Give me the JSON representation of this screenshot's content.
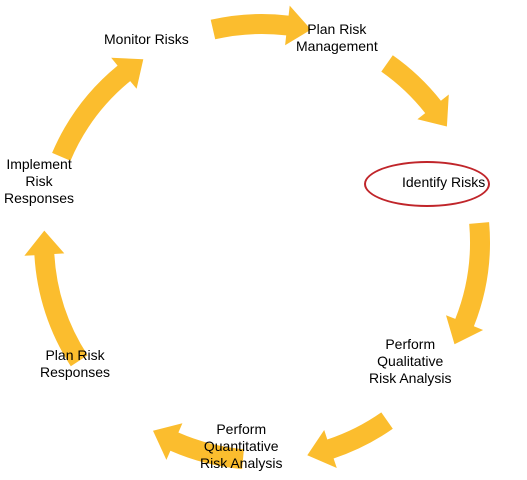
{
  "cycle": {
    "arrow_color": "#fbbd2e",
    "highlight_color": "#c0252a",
    "highlighted_step": "identify-risks",
    "steps": [
      {
        "id": "monitor-risks",
        "lines": [
          "Monitor Risks"
        ]
      },
      {
        "id": "plan-risk-management",
        "lines": [
          "Plan Risk",
          "Management"
        ]
      },
      {
        "id": "identify-risks",
        "lines": [
          "Identify Risks"
        ]
      },
      {
        "id": "perform-qualitative",
        "lines": [
          "Perform",
          "Qualitative",
          "Risk Analysis"
        ]
      },
      {
        "id": "perform-quantitative",
        "lines": [
          "Perform",
          "Quantitative",
          "Risk Analysis"
        ]
      },
      {
        "id": "plan-risk-responses",
        "lines": [
          "Plan Risk",
          "Responses"
        ]
      },
      {
        "id": "implement-risk-responses",
        "lines": [
          "Implement",
          "Risk",
          "Responses"
        ]
      }
    ],
    "arrows": [
      {
        "id": "monitor-to-plan",
        "direction": "clockwise"
      },
      {
        "id": "plan-to-identify",
        "direction": "clockwise"
      },
      {
        "id": "identify-to-qualitative",
        "direction": "clockwise"
      },
      {
        "id": "qualitative-to-quantitative",
        "direction": "clockwise"
      },
      {
        "id": "quantitative-to-responses",
        "direction": "clockwise"
      },
      {
        "id": "responses-to-implement",
        "direction": "clockwise"
      },
      {
        "id": "implement-to-monitor",
        "direction": "clockwise"
      }
    ]
  }
}
